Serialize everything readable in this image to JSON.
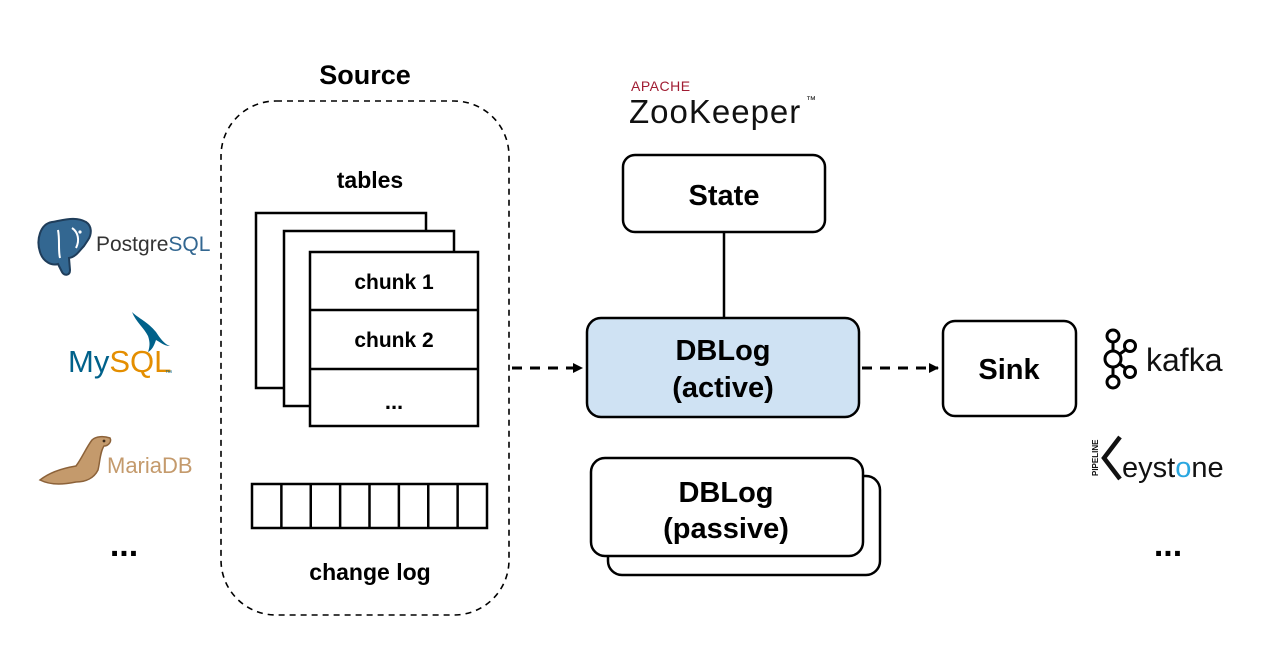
{
  "source": {
    "title": "Source",
    "tables_label": "tables",
    "chunks": [
      "chunk 1",
      "chunk 2",
      "..."
    ],
    "change_log_label": "change log",
    "change_log_cells": 8
  },
  "databases": {
    "postgres": "PostgreSQL",
    "postgres_prefix": "Postgre",
    "postgres_suffix": "SQL",
    "mysql": "MySQL",
    "mysql_my": "My",
    "mysql_sql": "SQL",
    "mariadb": "MariaDB",
    "more": "..."
  },
  "zookeeper": {
    "apache": "APACHE",
    "name": "ZooKeeper",
    "tm": "™",
    "state_label": "State"
  },
  "dblog_active": {
    "line1": "DBLog",
    "line2": "(active)"
  },
  "dblog_passive": {
    "line1": "DBLog",
    "line2": "(passive)"
  },
  "sink": {
    "label": "Sink"
  },
  "sinks": {
    "kafka": "kafka",
    "keystone_pipeline": "PIPELINE",
    "keystone_pre": "eyst",
    "keystone_o": "o",
    "keystone_post": "ne",
    "more": "..."
  },
  "colors": {
    "active_fill": "#cfe2f3",
    "postgres_blue": "#336791",
    "mysql_blue": "#00618a",
    "mysql_orange": "#e48e00",
    "mariadb_brown": "#c49a6c",
    "apache_red": "#a01c32",
    "keystone_blue": "#2aa7e0"
  }
}
